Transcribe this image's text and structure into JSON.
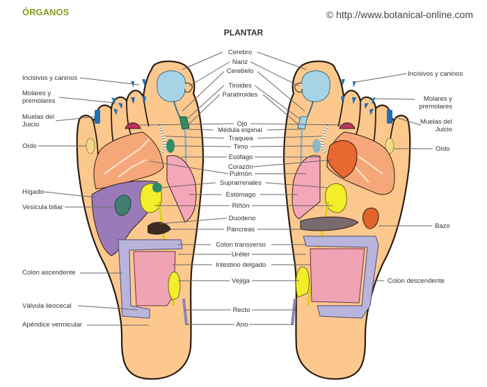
{
  "header": {
    "section_title": "ÓRGANOS",
    "copyright": "© http://www.botanical-online.com",
    "diagram_title": "PLANTAR"
  },
  "colors": {
    "skin": "#fcc88e",
    "outline": "#2b1d12",
    "brain": "#a7d3e6",
    "teeth": "#1f6fb4",
    "lung": "#f6a77a",
    "liver": "#9a7ab8",
    "gallbladder": "#3f7f6e",
    "adrenal": "#f2ee2a",
    "stomach": "#f3a7b8",
    "intestine_small": "#f0a3b3",
    "colon": "#b9b4dc",
    "heart": "#e9682f",
    "spleen": "#e1642b",
    "thyroid": "#2e8c6a",
    "eye": "#c0305a",
    "label_line": "#666666"
  },
  "labels": {
    "left": [
      {
        "id": "incisivos",
        "text": "Incisivos y caninos"
      },
      {
        "id": "molares",
        "text": "Molares y premolares"
      },
      {
        "id": "muelas",
        "text": "Muelas del Juicio"
      },
      {
        "id": "oido",
        "text": "Oído"
      },
      {
        "id": "higado",
        "text": "Hígado"
      },
      {
        "id": "vesicula",
        "text": "Vesícula biliar"
      },
      {
        "id": "colon_asc",
        "text": "Colon ascendente"
      },
      {
        "id": "valvula",
        "text": "Válvula ileocecal"
      },
      {
        "id": "apendice",
        "text": "Apéndice vermicular"
      }
    ],
    "center": [
      {
        "id": "cerebro",
        "text": "Cerebro"
      },
      {
        "id": "nariz",
        "text": "Nariz"
      },
      {
        "id": "cerebelo",
        "text": "Cerebelo"
      },
      {
        "id": "tiroides",
        "text": "Tiroides"
      },
      {
        "id": "paratiroides",
        "text": "Paratiroides"
      },
      {
        "id": "ojo",
        "text": "Ojo"
      },
      {
        "id": "medula",
        "text": "Médula espinal"
      },
      {
        "id": "traquea",
        "text": "Traquea"
      },
      {
        "id": "timo",
        "text": "Timo"
      },
      {
        "id": "esofago",
        "text": "Esófago"
      },
      {
        "id": "corazon",
        "text": "Corazón"
      },
      {
        "id": "pulmon",
        "text": "Pulmón"
      },
      {
        "id": "suprarrenales",
        "text": "Suprarrenales"
      },
      {
        "id": "estomago",
        "text": "Estómago"
      },
      {
        "id": "rinon",
        "text": "Riñón"
      },
      {
        "id": "duodeno",
        "text": "Duodeno"
      },
      {
        "id": "pancreas",
        "text": "Páncreas"
      },
      {
        "id": "colon_trans",
        "text": "Colon transverso"
      },
      {
        "id": "ureter",
        "text": "Uréter"
      },
      {
        "id": "intestino",
        "text": "Intestino delgado"
      },
      {
        "id": "vejiga",
        "text": "Vejiga"
      },
      {
        "id": "recto",
        "text": "Recto"
      },
      {
        "id": "ano",
        "text": "Ano"
      }
    ],
    "right": [
      {
        "id": "incisivos_r",
        "text": "Incisivos y caninos"
      },
      {
        "id": "molares_r",
        "text": "Molares y premolares"
      },
      {
        "id": "muelas_r",
        "text": "Muelas del Juicio"
      },
      {
        "id": "oido_r",
        "text": "Oído"
      },
      {
        "id": "bazo",
        "text": "Bazo"
      },
      {
        "id": "colon_desc",
        "text": "Colon descendente"
      }
    ]
  }
}
